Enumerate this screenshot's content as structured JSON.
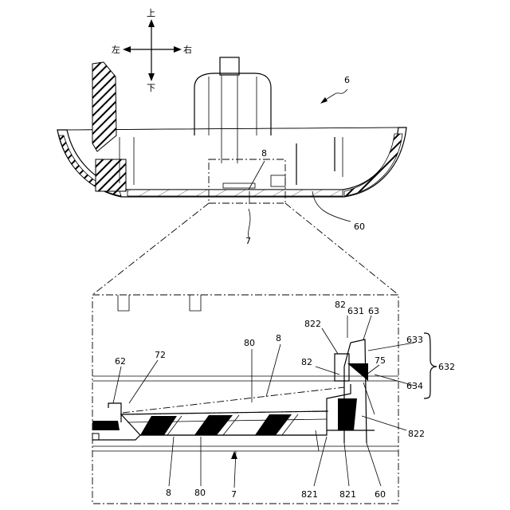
{
  "directions": {
    "up": "上",
    "down": "下",
    "left": "左",
    "right": "右"
  },
  "top_view": {
    "labels": {
      "assembly": "6",
      "member": "8",
      "part": "7",
      "base": "60"
    }
  },
  "detail_view": {
    "labels": {
      "l62": "62",
      "l72": "72",
      "l80_top": "80",
      "l8_top": "8",
      "l82_upper": "82",
      "l822_upper": "822",
      "l631": "631",
      "l63": "63",
      "l633": "633",
      "l632": "632",
      "l82_mid": "82",
      "l75": "75",
      "l634": "634",
      "l822_lower": "822",
      "l8_bottom": "8",
      "l80_bottom": "80",
      "l7_bottom": "7",
      "l821_a": "821",
      "l821_b": "821",
      "l60_bottom": "60"
    }
  }
}
